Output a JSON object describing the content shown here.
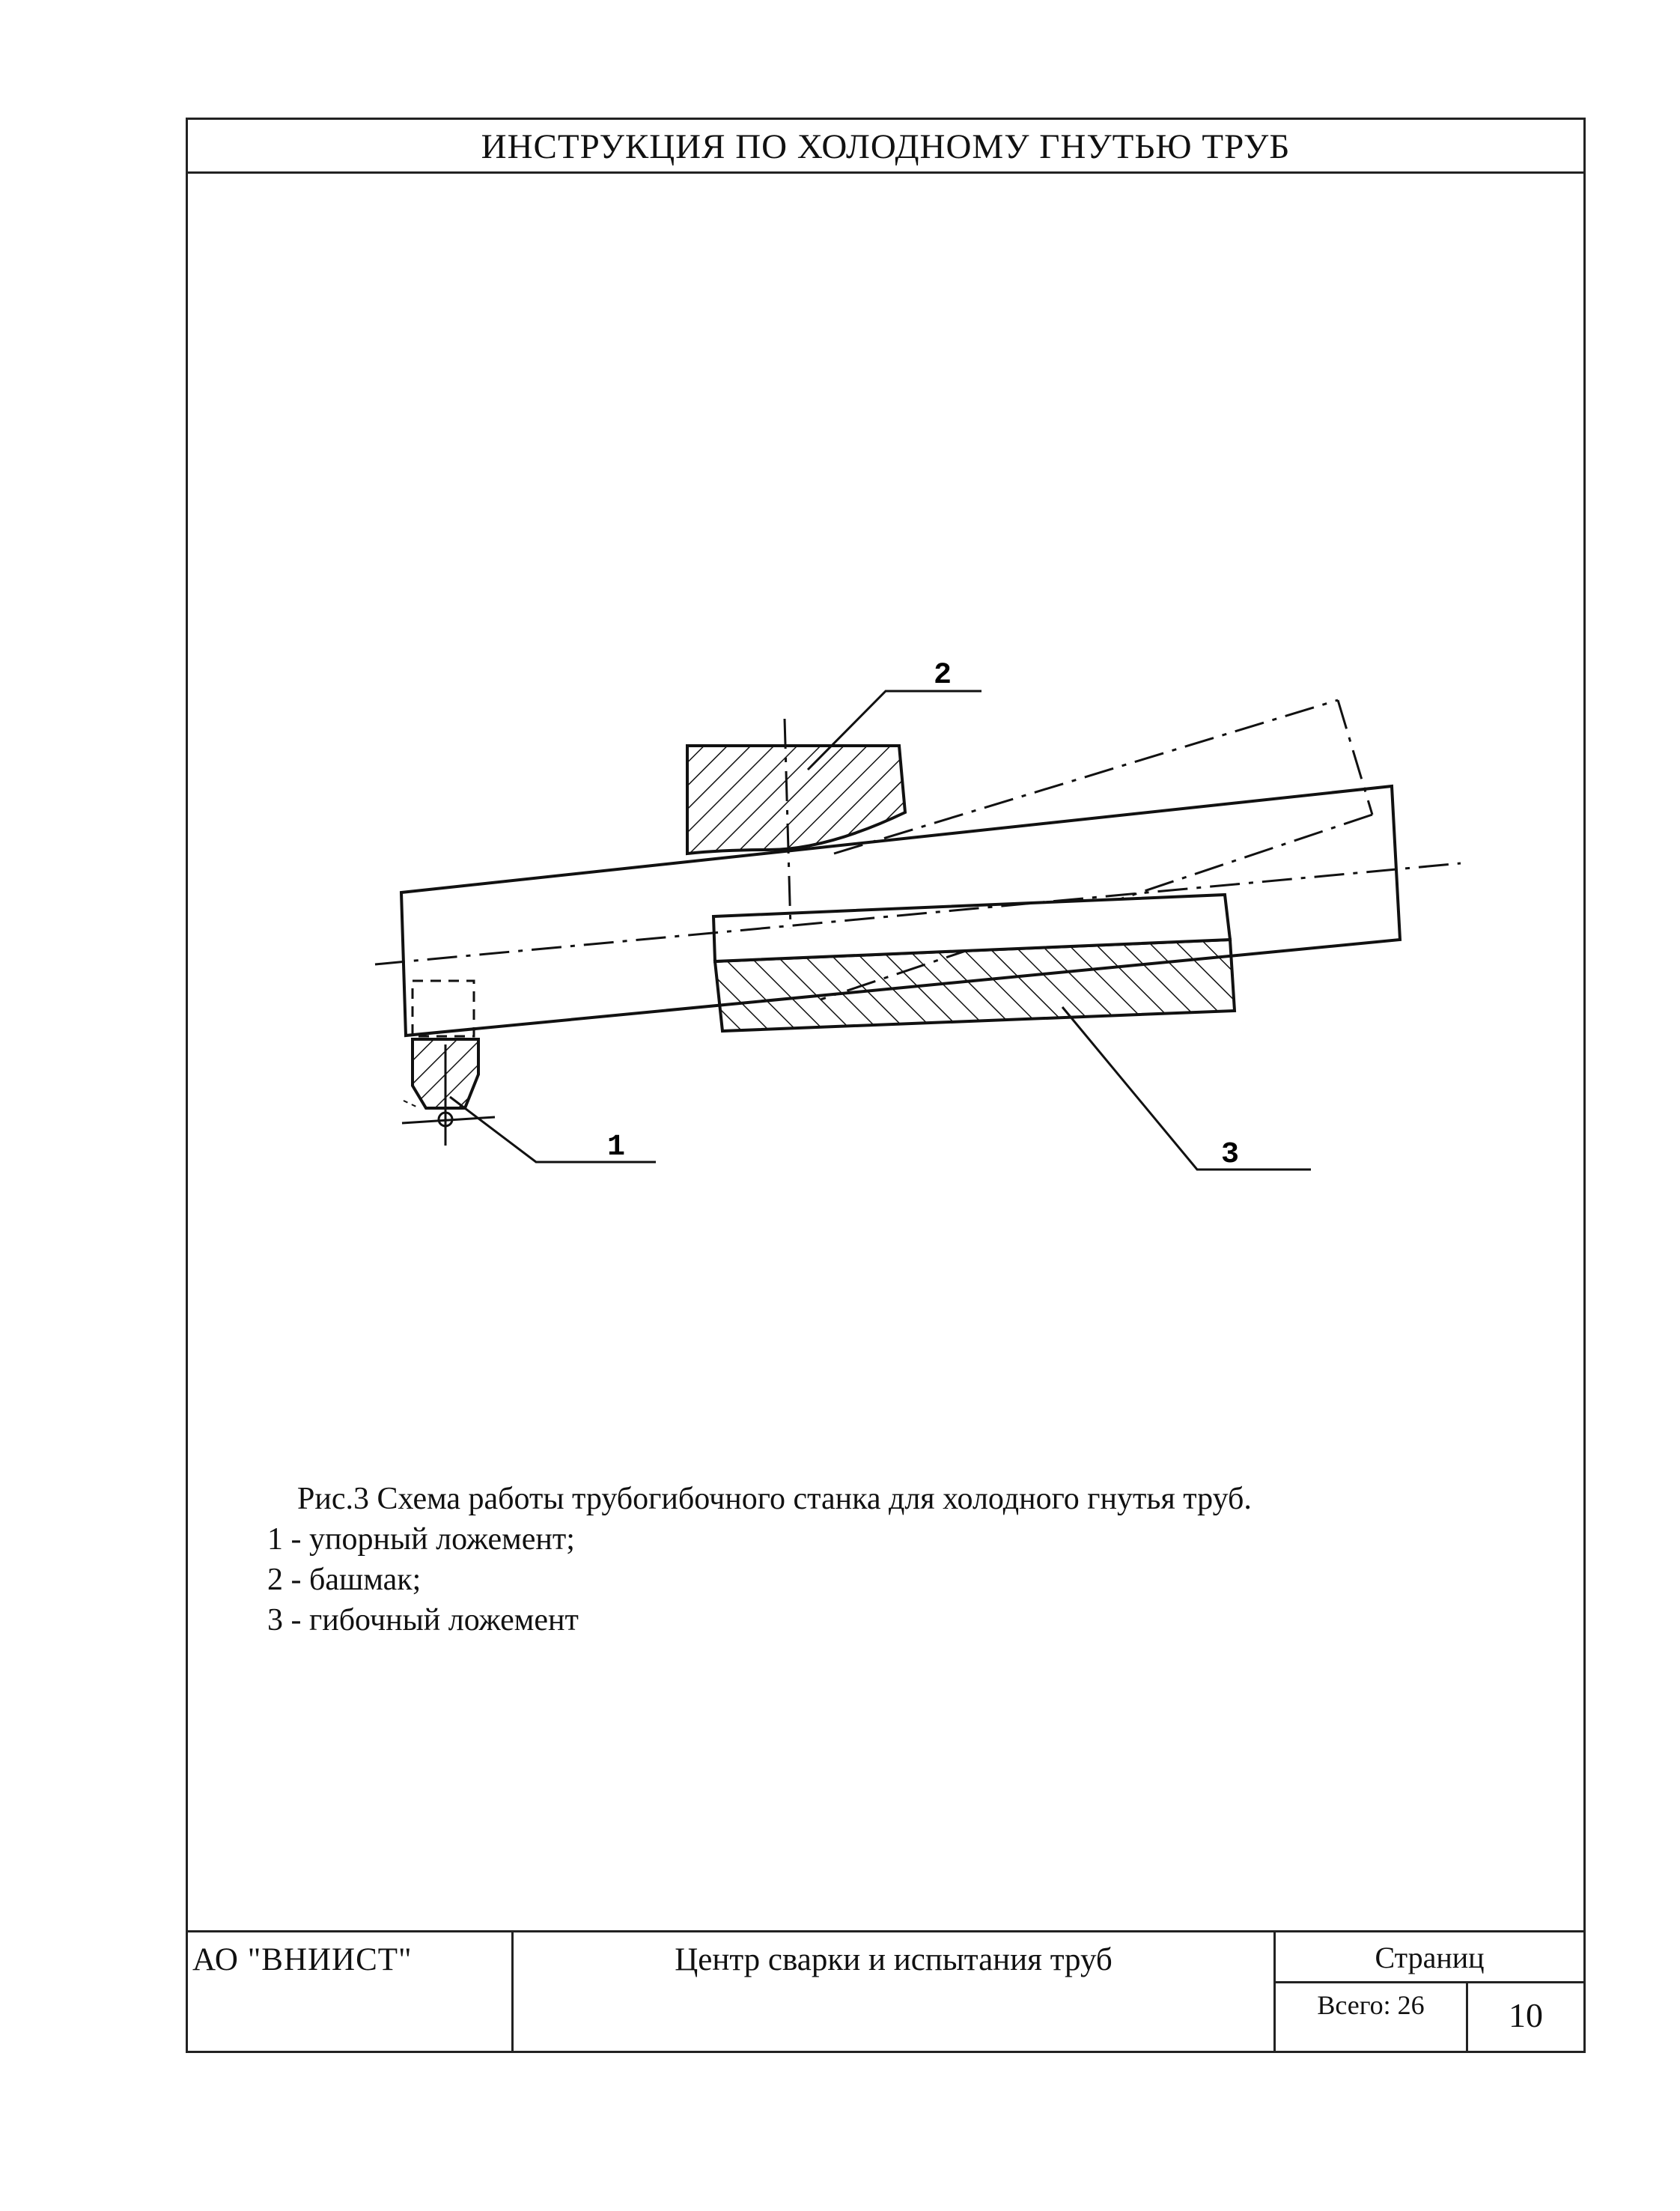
{
  "header": {
    "title": "ИНСТРУКЦИЯ ПО ХОЛОДНОМУ ГНУТЬЮ ТРУБ"
  },
  "figure": {
    "callouts": [
      {
        "id": "1",
        "label": "1"
      },
      {
        "id": "2",
        "label": "2"
      },
      {
        "id": "3",
        "label": "3"
      }
    ]
  },
  "caption": {
    "text": "Рис.3 Схема работы трубогибочного станка для холодного гнутья труб.",
    "legend": [
      "1 - упорный ложемент;",
      "2 - башмак;",
      "3 - гибочный ложемент"
    ]
  },
  "footer": {
    "organization": "АО \"ВНИИСТ\"",
    "department": "Центр сварки и испытания труб",
    "pages_label": "Страниц",
    "total": "Всего: 26",
    "page_number": "10"
  }
}
